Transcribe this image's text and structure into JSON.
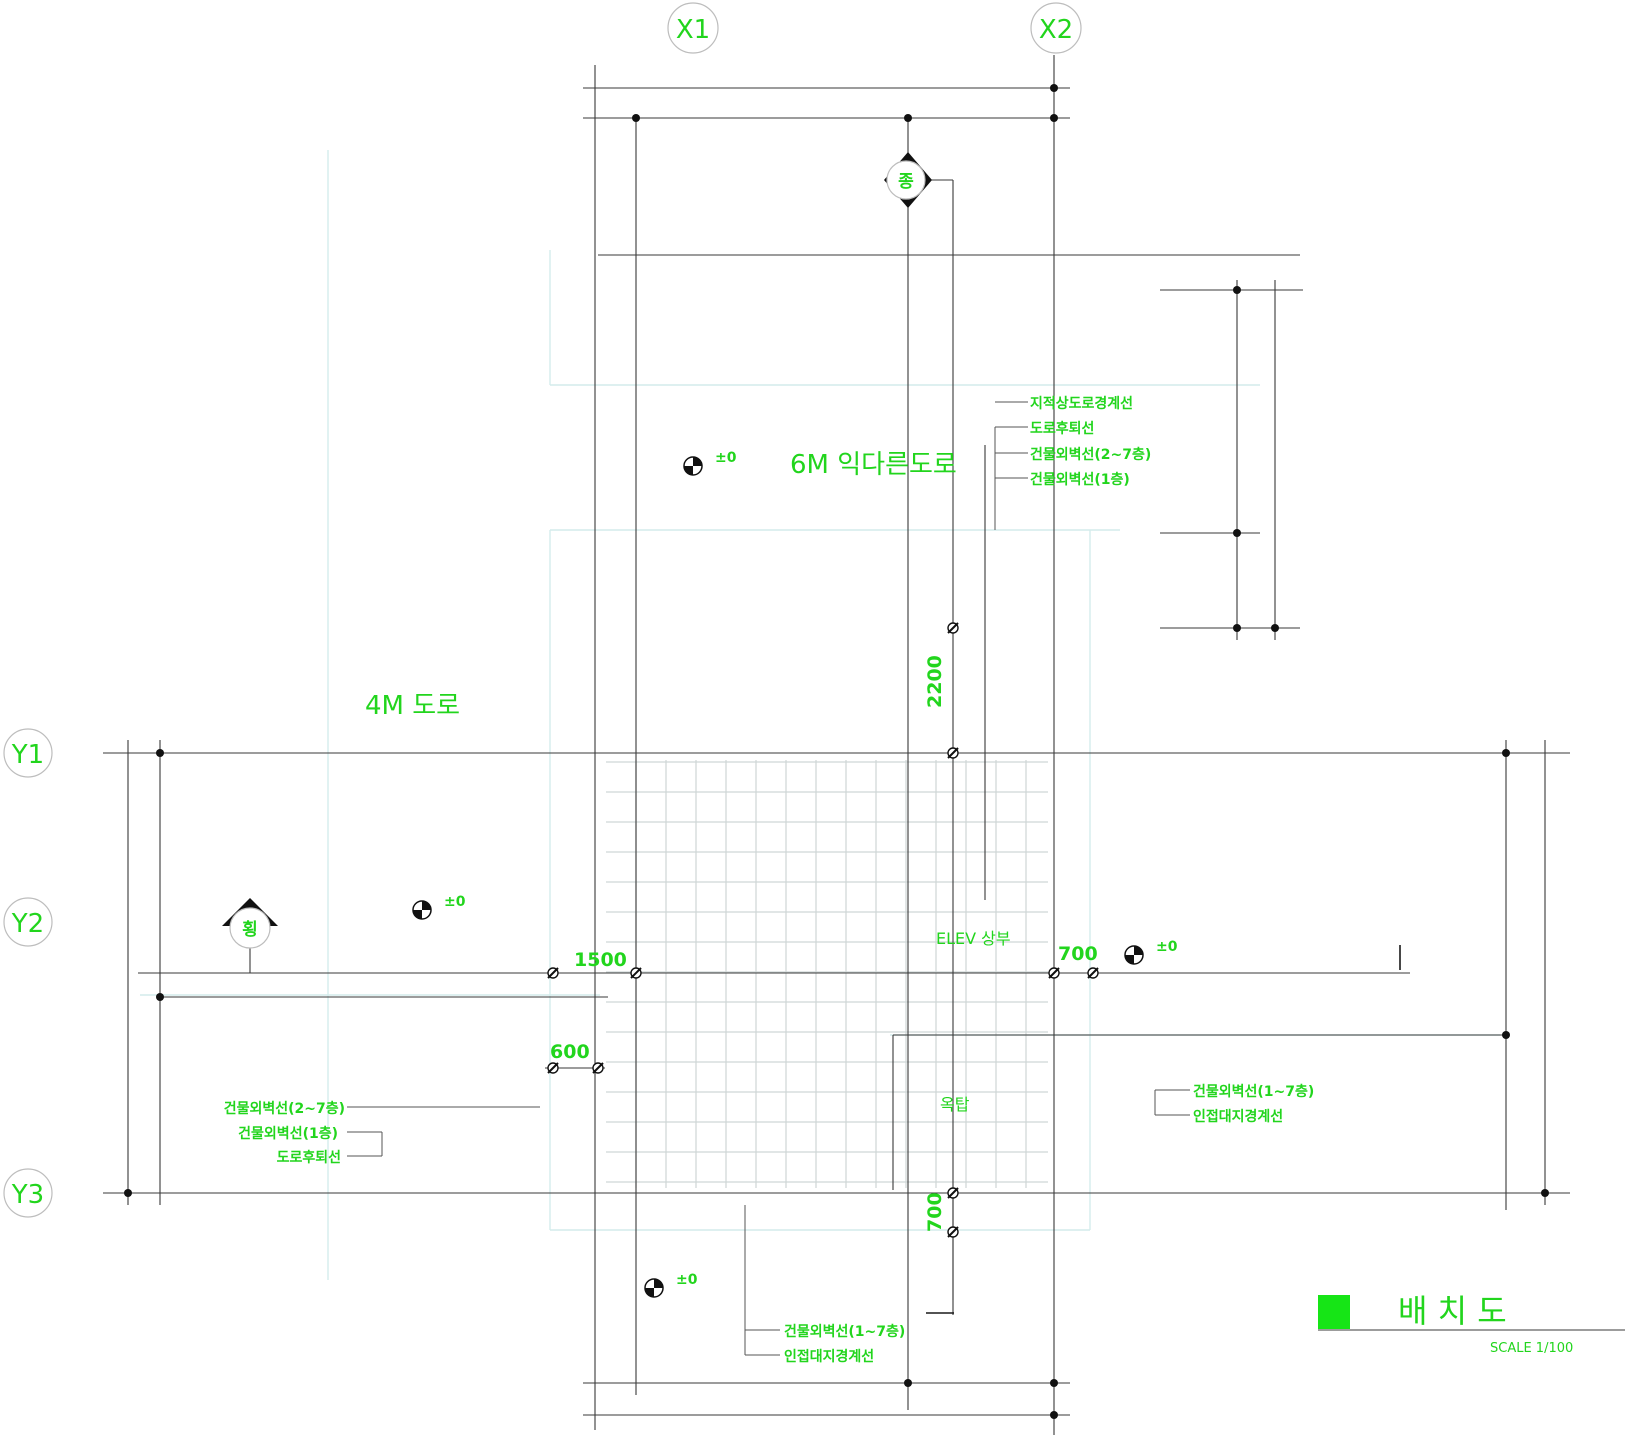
{
  "grid_labels": {
    "x1": "X1",
    "x2": "X2",
    "y1": "Y1",
    "y2": "Y2",
    "y3": "Y3"
  },
  "roads": {
    "main": "6M 익다른도로",
    "side": "4M 도로"
  },
  "elevation_mark": "±0",
  "section_marks": {
    "top": "종",
    "left": "횡"
  },
  "leaders": {
    "top": [
      "지적상도로경계선",
      "도로후퇴선",
      "건물외벽선(2~7층)",
      "건물외벽선(1층)"
    ],
    "left": [
      "건물외벽선(2~7층)",
      "건물외벽선(1층)",
      "도로후퇴선"
    ],
    "right": [
      "건물외벽선(1~7층)",
      "인접대지경계선"
    ],
    "bottom": [
      "건물외벽선(1~7층)",
      "인접대지경계선"
    ]
  },
  "dimensions": {
    "d2200": "2200",
    "d1500": "1500",
    "d700_right": "700",
    "d600": "600",
    "d700_bottom": "700"
  },
  "rooms": {
    "elev": "ELEV 상부",
    "stair": "옥탑"
  },
  "title_block": {
    "title": "배  치  도",
    "scale": "SCALE 1/100"
  },
  "colors": {
    "annotation": "#22d51d",
    "title_marker": "#16e516"
  }
}
